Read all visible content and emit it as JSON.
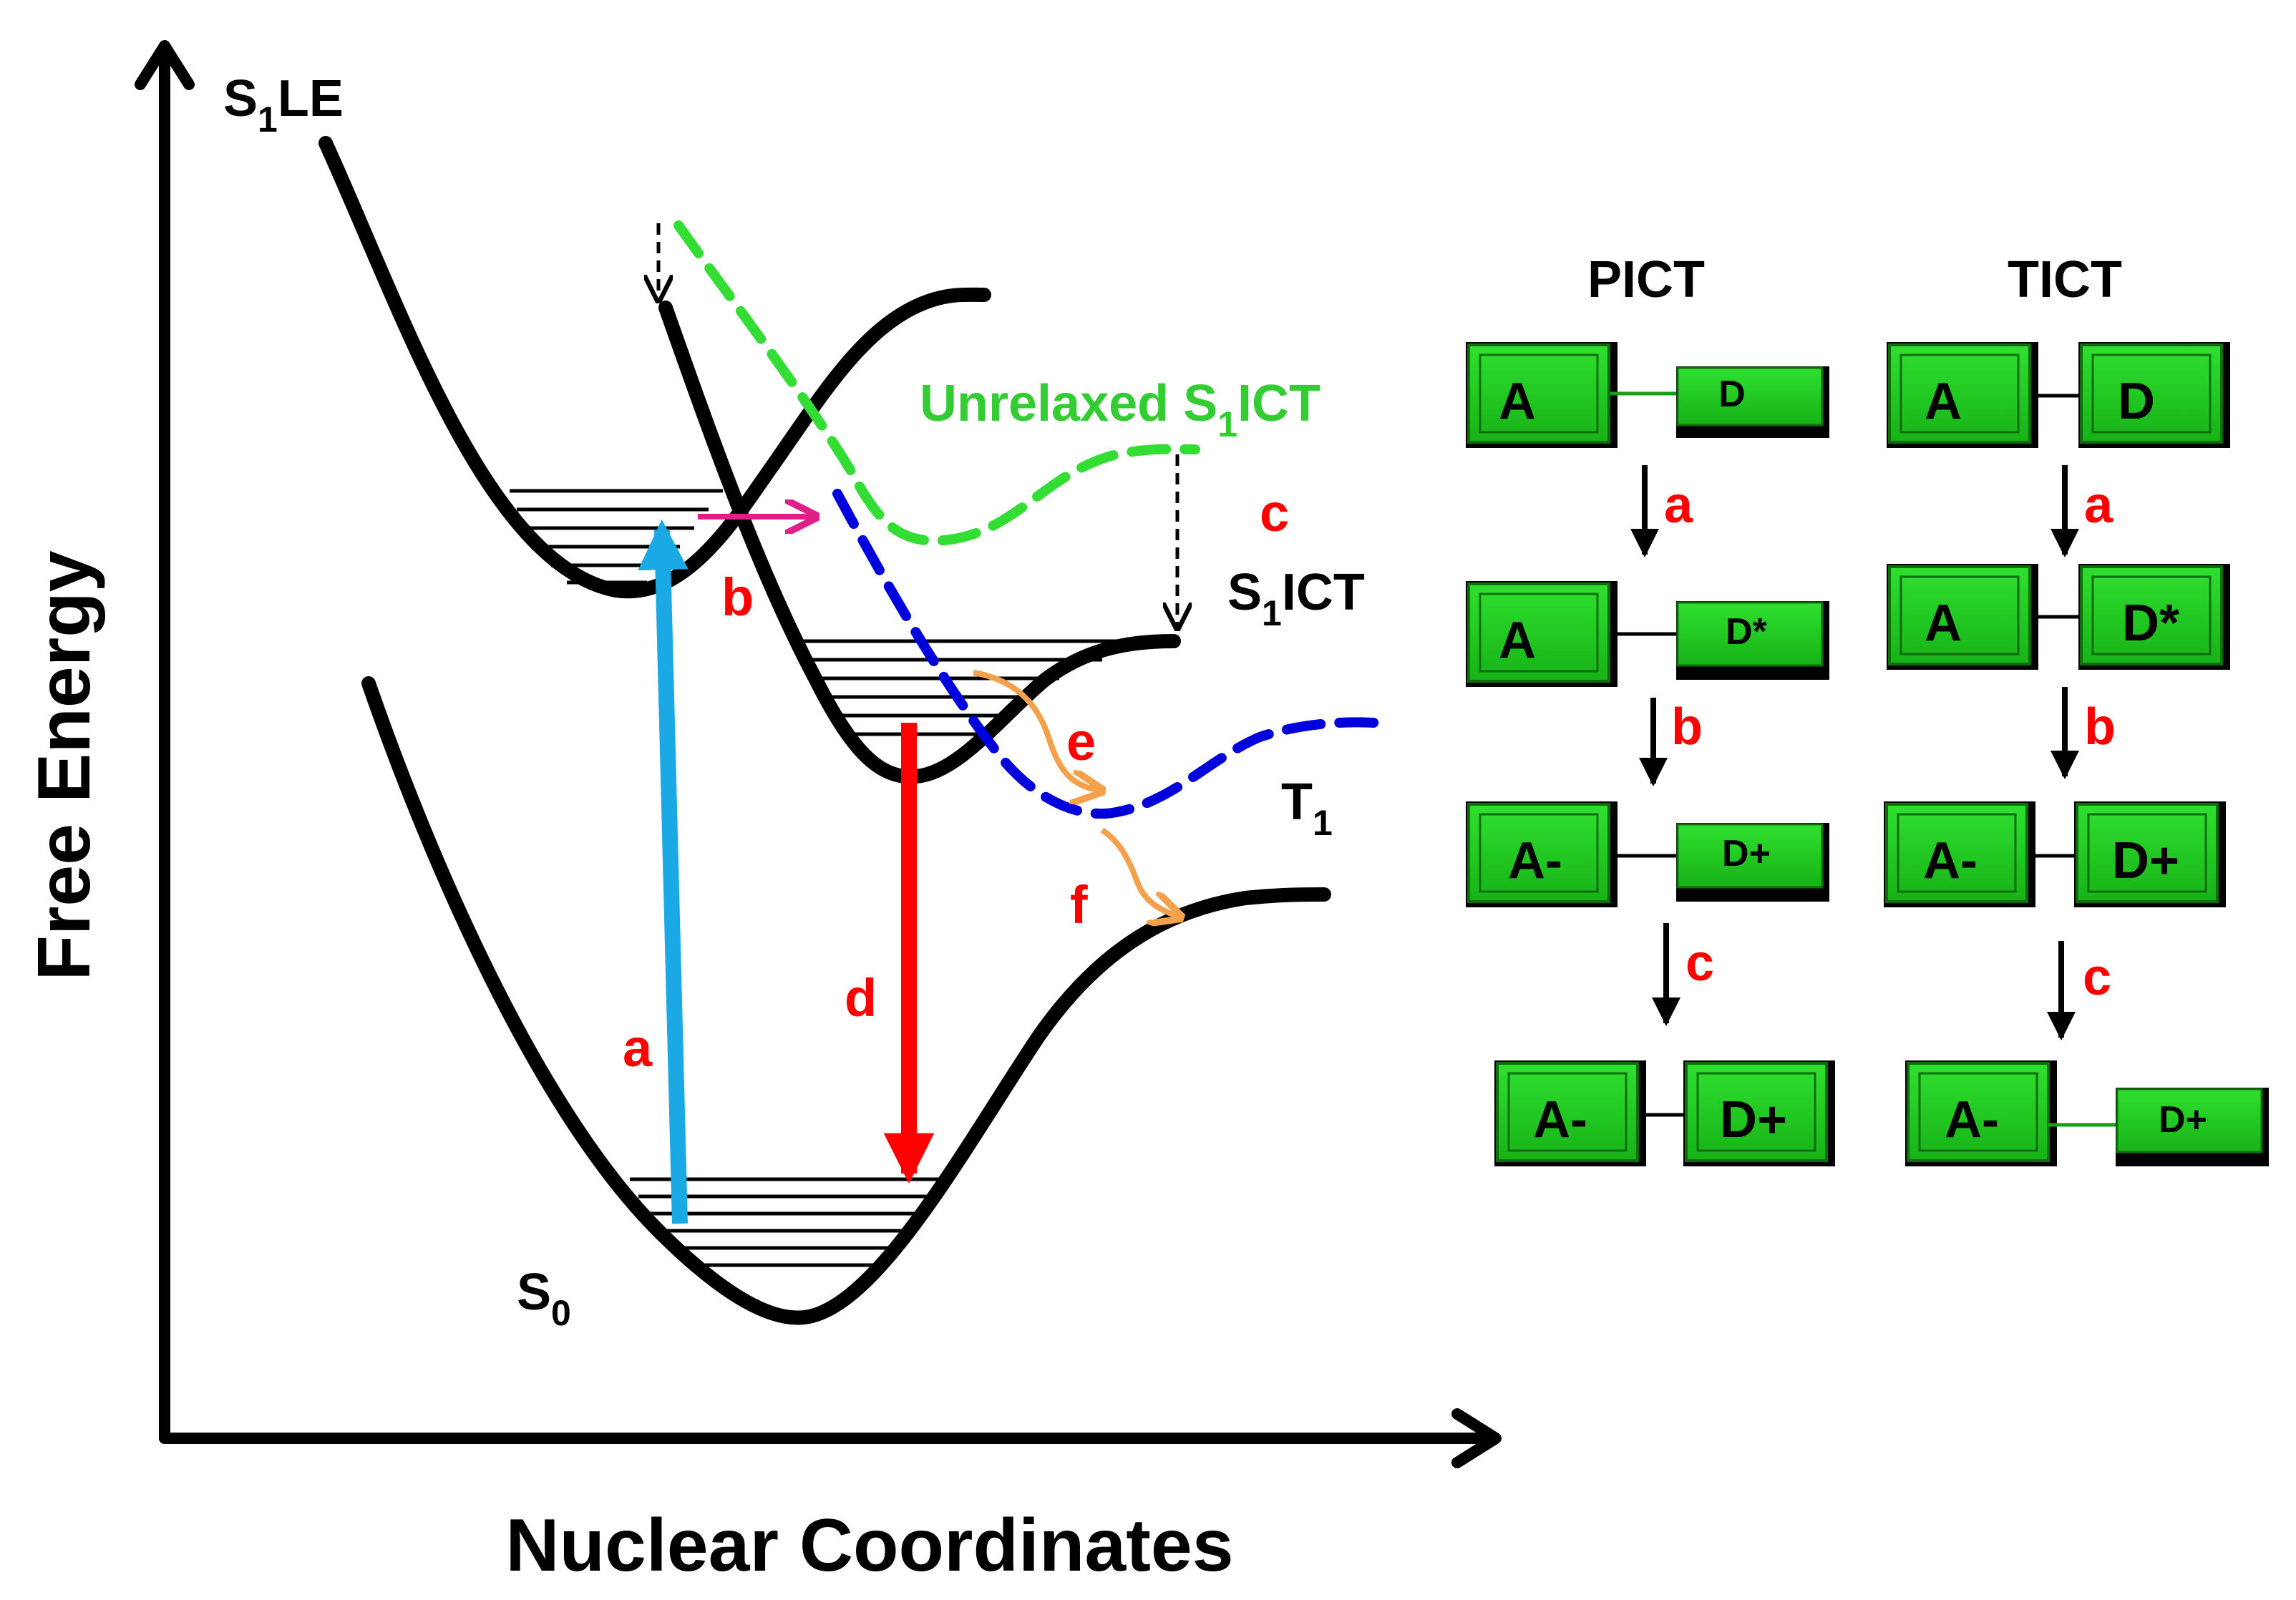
{
  "axes": {
    "x_title": "Nuclear Coordinates",
    "y_title": "Free Energy"
  },
  "states": {
    "s1le": {
      "main": "S",
      "sub": "1",
      "rest": "LE"
    },
    "s1ict": {
      "main": "S",
      "sub": "1",
      "rest": "ICT"
    },
    "unrelaxed": {
      "pre": "Unrelaxed S",
      "sub": "1",
      "rest": "ICT"
    },
    "t1": {
      "main": "T",
      "sub": "1"
    },
    "s0": {
      "main": "S",
      "sub": "0"
    }
  },
  "steps": {
    "a": "a",
    "b": "b",
    "c": "c",
    "d": "d",
    "e": "e",
    "f": "f"
  },
  "colors": {
    "absorption": "#1ba9e6",
    "emission": "#ff0000",
    "transfer": "#e0208a",
    "unrelaxed_curve": "#33dd33",
    "triplet_curve": "#0000dd",
    "isc": "#f5a04a",
    "box_fill": "#22c922",
    "label_red": "#ff0000"
  },
  "schemes": {
    "pict": {
      "title": "PICT",
      "rows": [
        {
          "acceptor": "A",
          "donor": "D"
        },
        {
          "acceptor": "A",
          "donor": "D*"
        },
        {
          "acceptor": "A-",
          "donor": "D+"
        },
        {
          "acceptor": "A-",
          "donor": "D+"
        }
      ],
      "arrows": [
        "a",
        "b",
        "c"
      ]
    },
    "tict": {
      "title": "TICT",
      "rows": [
        {
          "acceptor": "A",
          "donor": "D"
        },
        {
          "acceptor": "A",
          "donor": "D*"
        },
        {
          "acceptor": "A-",
          "donor": "D+"
        },
        {
          "acceptor": "A-",
          "donor": "D+"
        }
      ],
      "arrows": [
        "a",
        "b",
        "c"
      ]
    }
  }
}
